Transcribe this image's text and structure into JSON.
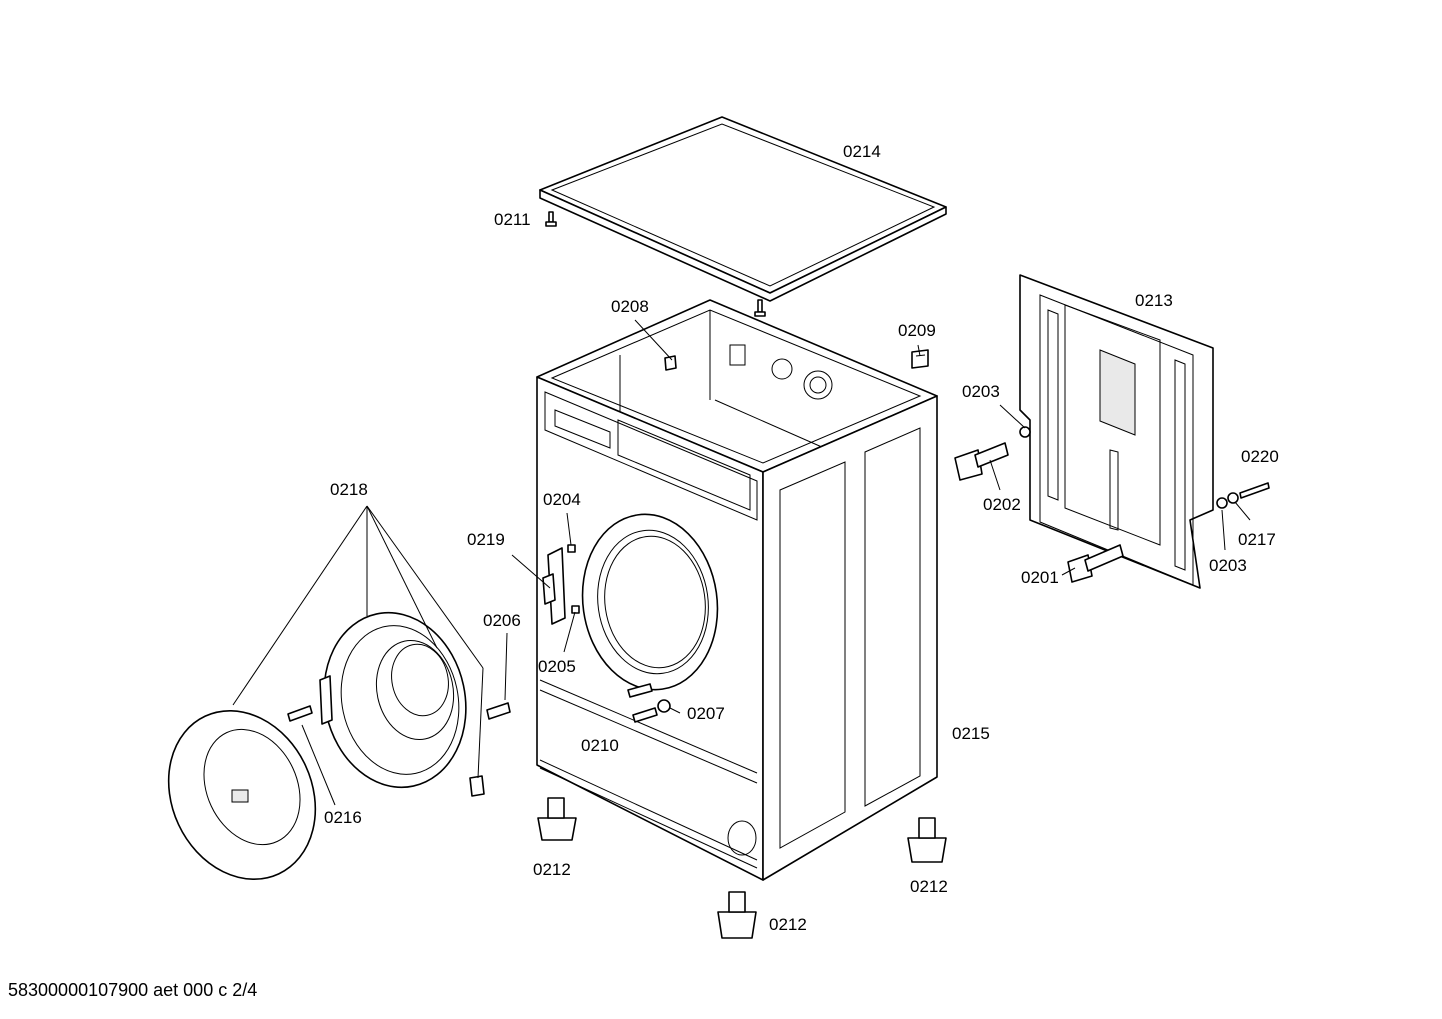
{
  "labels": {
    "p0211": "0211",
    "p0214": "0214",
    "p0208": "0208",
    "p0209": "0209",
    "p0213": "0213",
    "p0203a": "0203",
    "p0202": "0202",
    "p0220": "0220",
    "p0217": "0217",
    "p0203b": "0203",
    "p0201": "0201",
    "p0218": "0218",
    "p0204": "0204",
    "p0219": "0219",
    "p0206": "0206",
    "p0205": "0205",
    "p0207": "0207",
    "p0210": "0210",
    "p0215": "0215",
    "p0216": "0216",
    "p0212a": "0212",
    "p0212b": "0212",
    "p0212c": "0212"
  },
  "footer": "58300000107900 aet 000 c 2/4"
}
